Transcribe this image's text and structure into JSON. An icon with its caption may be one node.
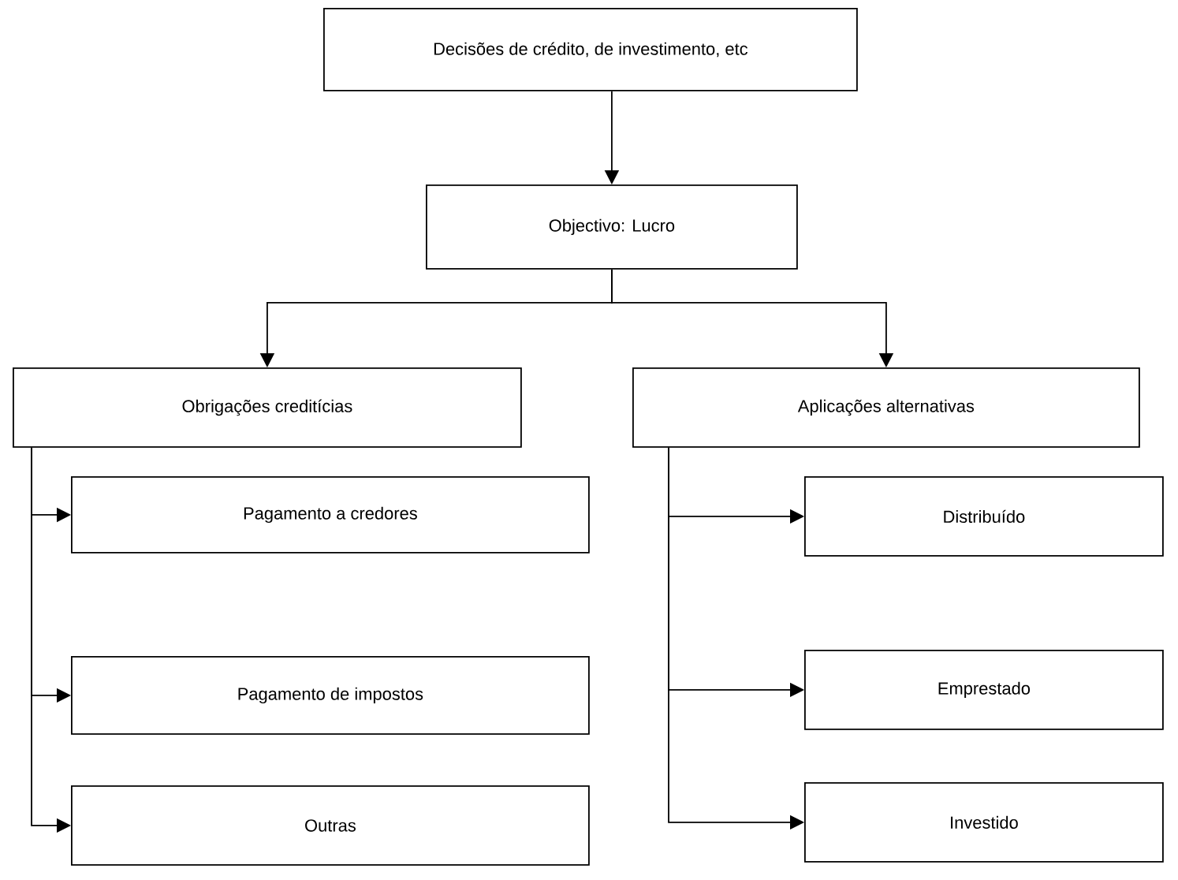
{
  "diagram": {
    "nodes": [
      {
        "text": [
          "Decisões de crédito, de investimento, etc"
        ]
      },
      {
        "text": [
          "Objectivo: Lucro"
        ]
      },
      {
        "text": [
          "Obrigações creditícias"
        ]
      },
      {
        "text": [
          "Aplicações alternativas"
        ]
      },
      {
        "text": [
          "Pagamento a credores"
        ]
      },
      {
        "text": [
          "Pagamento de impostos"
        ]
      },
      {
        "text": [
          "Outras"
        ]
      },
      {
        "text": [
          "Distribuído"
        ]
      },
      {
        "text": [
          "Emprestado"
        ]
      },
      {
        "text": [
          "Investido"
        ]
      }
    ],
    "edges": [
      {
        "from": 0,
        "to": 1,
        "arrow": "to"
      },
      {
        "from": 1,
        "to": 2,
        "arrow": "to"
      },
      {
        "from": 1,
        "to": 3,
        "arrow": "to"
      },
      {
        "from": 2,
        "to": 4,
        "arrow": "to"
      },
      {
        "from": 2,
        "to": 5,
        "arrow": "to"
      },
      {
        "from": 2,
        "to": 6,
        "arrow": "to"
      },
      {
        "from": 3,
        "to": 7,
        "arrow": "to"
      },
      {
        "from": 3,
        "to": 8,
        "arrow": "to"
      },
      {
        "from": 3,
        "to": 9,
        "arrow": "to"
      }
    ]
  }
}
